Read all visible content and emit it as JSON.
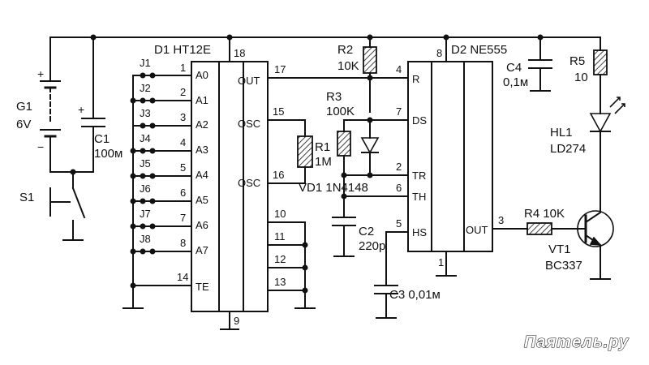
{
  "components": {
    "D1": {
      "label": "D1 HT12E"
    },
    "D2": {
      "label": "D2 NE555"
    },
    "G1": {
      "name": "G1",
      "value": "6V"
    },
    "C1": {
      "name": "C1",
      "value": "100м"
    },
    "S1": {
      "name": "S1"
    },
    "R1": {
      "name": "R1",
      "value": "1M"
    },
    "R2": {
      "name": "R2",
      "value": "10K"
    },
    "R3": {
      "name": "R3",
      "value": "100K"
    },
    "VD1": {
      "label": "VD1 1N4148"
    },
    "C2": {
      "name": "C2",
      "value": "220p"
    },
    "C3": {
      "label": "C3 0,01м"
    },
    "C4": {
      "name": "C4",
      "value": "0,1м"
    },
    "R4": {
      "label": "R4 10K"
    },
    "R5": {
      "name": "R5",
      "value": "10"
    },
    "HL1": {
      "name": "HL1",
      "value": "LD274"
    },
    "VT1": {
      "name": "VT1",
      "value": "BC337"
    }
  },
  "jumpers": [
    "J1",
    "J2",
    "J3",
    "J4",
    "J5",
    "J6",
    "J7",
    "J8"
  ],
  "d1_pins": {
    "address": [
      "A0",
      "A1",
      "A2",
      "A3",
      "A4",
      "A5",
      "A6",
      "A7"
    ],
    "address_nums": [
      "1",
      "2",
      "3",
      "4",
      "5",
      "6",
      "7",
      "8"
    ],
    "out": "OUT",
    "osc1": "OSC",
    "osc2": "OSC",
    "te": "TE",
    "n18": "18",
    "n17": "17",
    "n15": "15",
    "n16": "16",
    "n10": "10",
    "n11": "11",
    "n12": "12",
    "n13": "13",
    "n14": "14",
    "n9": "9"
  },
  "d2_pins": {
    "r": "R",
    "ds": "DS",
    "tr": "TR",
    "th": "TH",
    "hs": "HS",
    "out": "OUT",
    "n8": "8",
    "n4": "4",
    "n7": "7",
    "n2": "2",
    "n6": "6",
    "n5": "5",
    "n3": "3",
    "n1": "1"
  },
  "watermark": "Паяmель.ру"
}
